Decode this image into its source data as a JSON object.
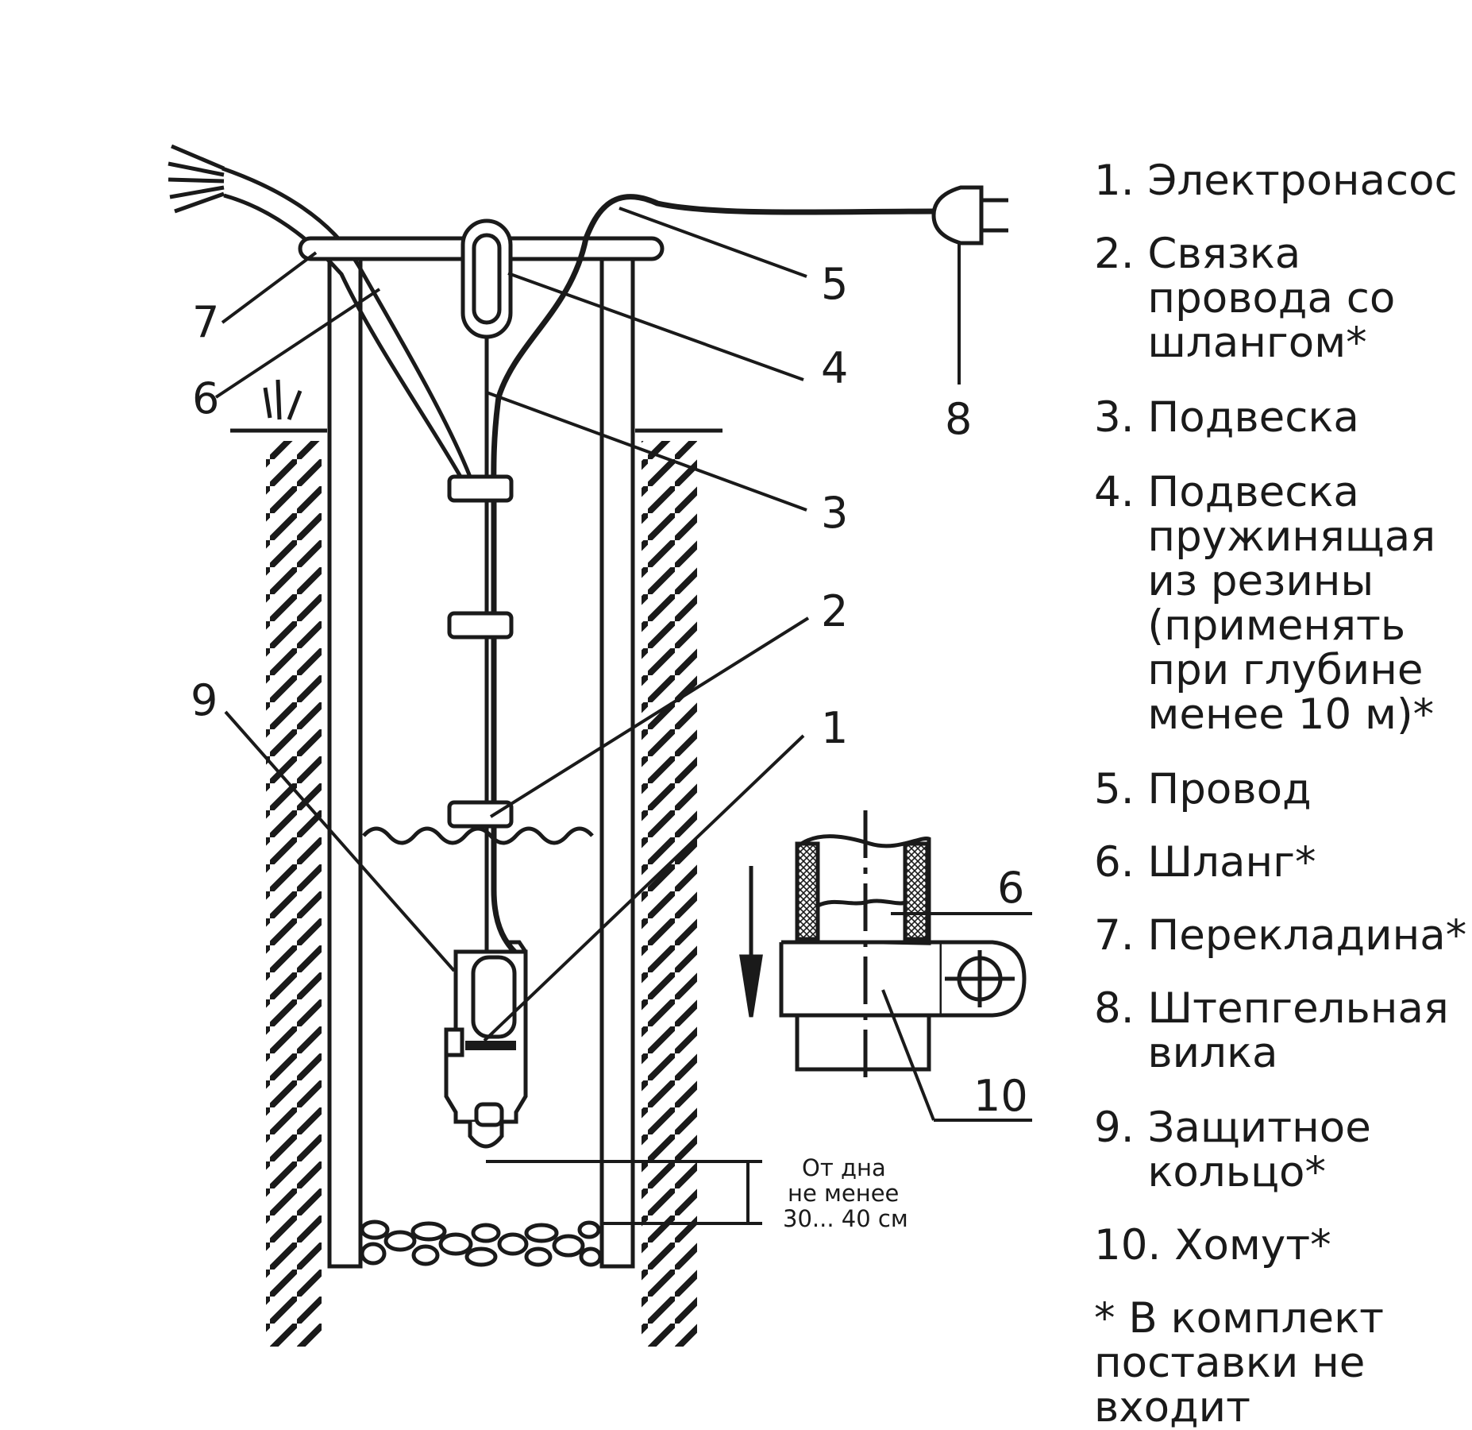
{
  "callouts": {
    "c1": "1",
    "c2": "2",
    "c3": "3",
    "c4": "4",
    "c5": "5",
    "c6": "6",
    "c7": "7",
    "c8": "8",
    "c9": "9",
    "detail6": "6",
    "detail10": "10"
  },
  "bottom_note": {
    "line1": "От дна",
    "line2": "не менее",
    "line3": "30... 40 см"
  },
  "legend": {
    "items": [
      {
        "num": "1. ",
        "text": "Электронасос"
      },
      {
        "num": "2. ",
        "text": "Связка провода со шлангом*"
      },
      {
        "num": "3. ",
        "text": "Подвеска"
      },
      {
        "num": "4. ",
        "text": "Подвеска пружинящая из резины (применять при глубине менее 10 м)*"
      },
      {
        "num": "5. ",
        "text": "Провод"
      },
      {
        "num": "6. ",
        "text": "Шланг*"
      },
      {
        "num": "7. ",
        "text": "Перекладина*"
      },
      {
        "num": "8. ",
        "text": "Штепгельная вилка"
      },
      {
        "num": "9. ",
        "text": "Защитное кольцо*"
      },
      {
        "num": "10. ",
        "text": "Хомут*"
      }
    ],
    "footnote": "* В комплект поставки не входит"
  },
  "colors": {
    "ink": "#1a1a1a",
    "background": "#ffffff"
  }
}
